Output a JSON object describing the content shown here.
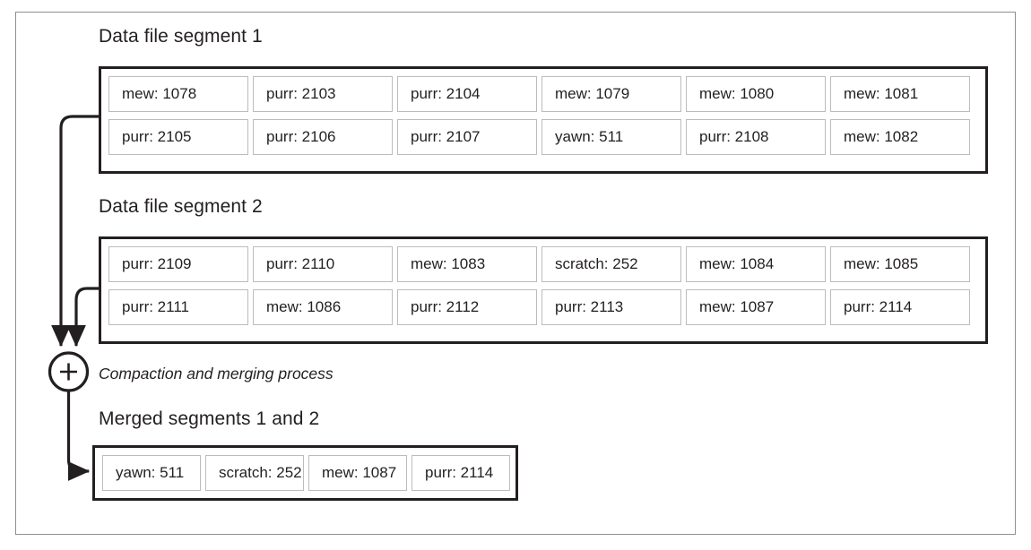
{
  "figure": {
    "title_segment1": "Data file segment 1",
    "title_segment2": "Data file segment 2",
    "title_merged": "Merged segments 1 and 2",
    "process_caption": "Compaction and merging process",
    "merge_node_symbol": "+",
    "colors": {
      "frame_border": "#8f8f8f",
      "box_border": "#231f20",
      "cell_border": "#bcbcbc",
      "text": "#231f20",
      "background": "#ffffff"
    }
  },
  "segment1": {
    "rows": [
      [
        {
          "key": "mew",
          "value": "1078",
          "text": "mew: 1078"
        },
        {
          "key": "purr",
          "value": "2103",
          "text": "purr: 2103"
        },
        {
          "key": "purr",
          "value": "2104",
          "text": "purr: 2104"
        },
        {
          "key": "mew",
          "value": "1079",
          "text": "mew: 1079"
        },
        {
          "key": "mew",
          "value": "1080",
          "text": "mew: 1080"
        },
        {
          "key": "mew",
          "value": "1081",
          "text": "mew: 1081"
        }
      ],
      [
        {
          "key": "purr",
          "value": "2105",
          "text": "purr: 2105"
        },
        {
          "key": "purr",
          "value": "2106",
          "text": "purr: 2106"
        },
        {
          "key": "purr",
          "value": "2107",
          "text": "purr: 2107"
        },
        {
          "key": "yawn",
          "value": "511",
          "text": "yawn: 511"
        },
        {
          "key": "purr",
          "value": "2108",
          "text": "purr: 2108"
        },
        {
          "key": "mew",
          "value": "1082",
          "text": "mew: 1082"
        }
      ]
    ]
  },
  "segment2": {
    "rows": [
      [
        {
          "key": "purr",
          "value": "2109",
          "text": "purr: 2109"
        },
        {
          "key": "purr",
          "value": "2110",
          "text": "purr: 2110"
        },
        {
          "key": "mew",
          "value": "1083",
          "text": "mew: 1083"
        },
        {
          "key": "scratch",
          "value": "252",
          "text": "scratch: 252"
        },
        {
          "key": "mew",
          "value": "1084",
          "text": "mew: 1084"
        },
        {
          "key": "mew",
          "value": "1085",
          "text": "mew: 1085"
        }
      ],
      [
        {
          "key": "purr",
          "value": "2111",
          "text": "purr: 2111"
        },
        {
          "key": "mew",
          "value": "1086",
          "text": "mew: 1086"
        },
        {
          "key": "purr",
          "value": "2112",
          "text": "purr: 2112"
        },
        {
          "key": "purr",
          "value": "2113",
          "text": "purr: 2113"
        },
        {
          "key": "mew",
          "value": "1087",
          "text": "mew: 1087"
        },
        {
          "key": "purr",
          "value": "2114",
          "text": "purr: 2114"
        }
      ]
    ]
  },
  "merged": {
    "rows": [
      [
        {
          "key": "yawn",
          "value": "511",
          "text": "yawn: 511"
        },
        {
          "key": "scratch",
          "value": "252",
          "text": "scratch: 252"
        },
        {
          "key": "mew",
          "value": "1087",
          "text": "mew: 1087"
        },
        {
          "key": "purr",
          "value": "2114",
          "text": "purr: 2114"
        }
      ]
    ]
  }
}
